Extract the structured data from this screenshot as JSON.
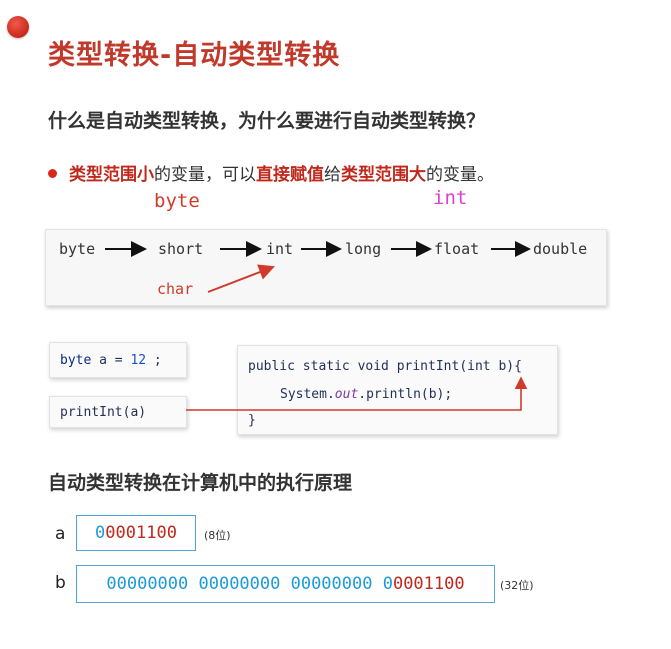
{
  "title": "类型转换-自动类型转换",
  "subtitle": "什么是自动类型转换，为什么要进行自动类型转换？",
  "bullet": {
    "part1": "类型范围小",
    "part2": "的变量，可以",
    "part3": "直接赋值",
    "part4": "给",
    "part5": "类型范围大",
    "part6": "的变量。"
  },
  "annotations": {
    "left": "byte",
    "right": "int",
    "char": "char"
  },
  "chain": [
    "byte",
    "short",
    "int",
    "long",
    "float",
    "double"
  ],
  "code": {
    "decl_type": "byte",
    "decl_rest": " a = ",
    "decl_num": "12",
    "decl_end": " ;",
    "call": "printInt(a)",
    "method_sig": "public static void printInt(int b){",
    "body_prefix": "System.",
    "body_out": "out",
    "body_suffix": ".println(b);",
    "close": "}"
  },
  "section_title": "自动类型转换在计算机中的执行原理",
  "memory": {
    "a_label": "a",
    "a_bits_prefix": "0",
    "a_bits_rest": "0001100",
    "a_note": "(8位)",
    "b_label": "b",
    "b_bits_blue": "00000000 00000000 00000000 0",
    "b_bits_red": "0001100",
    "b_note": "(32位)"
  },
  "colors": {
    "accent_red": "#c0392b",
    "code_blue": "#1d9bd6",
    "arrow_red": "#d03a2a",
    "handwriting_magenta": "#e040d0"
  }
}
